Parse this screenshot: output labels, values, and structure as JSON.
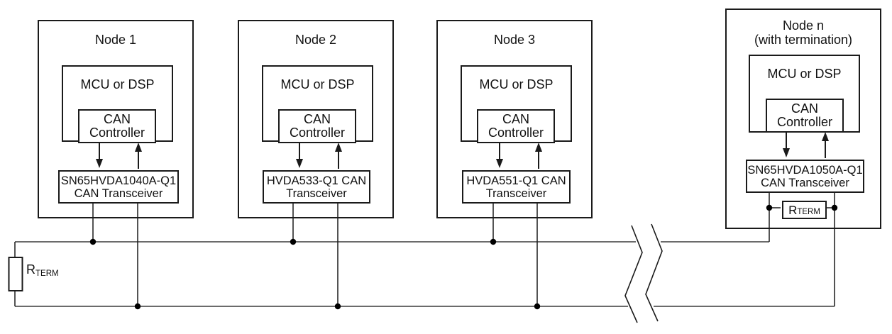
{
  "diagram": {
    "nodes": [
      {
        "title_line1": "Node 1",
        "title_line2": "",
        "mcu_label": "MCU or DSP",
        "controller_line1": "CAN",
        "controller_line2": "Controller",
        "transceiver_line1": "SN65HVDA1040A-Q1",
        "transceiver_line2": "CAN Transceiver"
      },
      {
        "title_line1": "Node 2",
        "title_line2": "",
        "mcu_label": "MCU or DSP",
        "controller_line1": "CAN",
        "controller_line2": "Controller",
        "transceiver_line1": "HVDA533-Q1 CAN",
        "transceiver_line2": "Transceiver"
      },
      {
        "title_line1": "Node 3",
        "title_line2": "",
        "mcu_label": "MCU or DSP",
        "controller_line1": "CAN",
        "controller_line2": "Controller",
        "transceiver_line1": "HVDA551-Q1 CAN",
        "transceiver_line2": "Transceiver"
      },
      {
        "title_line1": "Node n",
        "title_line2": "(with termination)",
        "mcu_label": "MCU or DSP",
        "controller_line1": "CAN",
        "controller_line2": "Controller",
        "transceiver_line1": "SN65HVDA1050A-Q1",
        "transceiver_line2": "CAN Transceiver"
      }
    ],
    "bus_termination_label": {
      "base": "R",
      "sub": "TERM"
    },
    "node_termination_label": {
      "base": "R",
      "sub": "TERM"
    },
    "colors": {
      "background": "#ffffff",
      "box_line": "#1a1a1a",
      "bus_line": "#3a3a3a"
    }
  }
}
